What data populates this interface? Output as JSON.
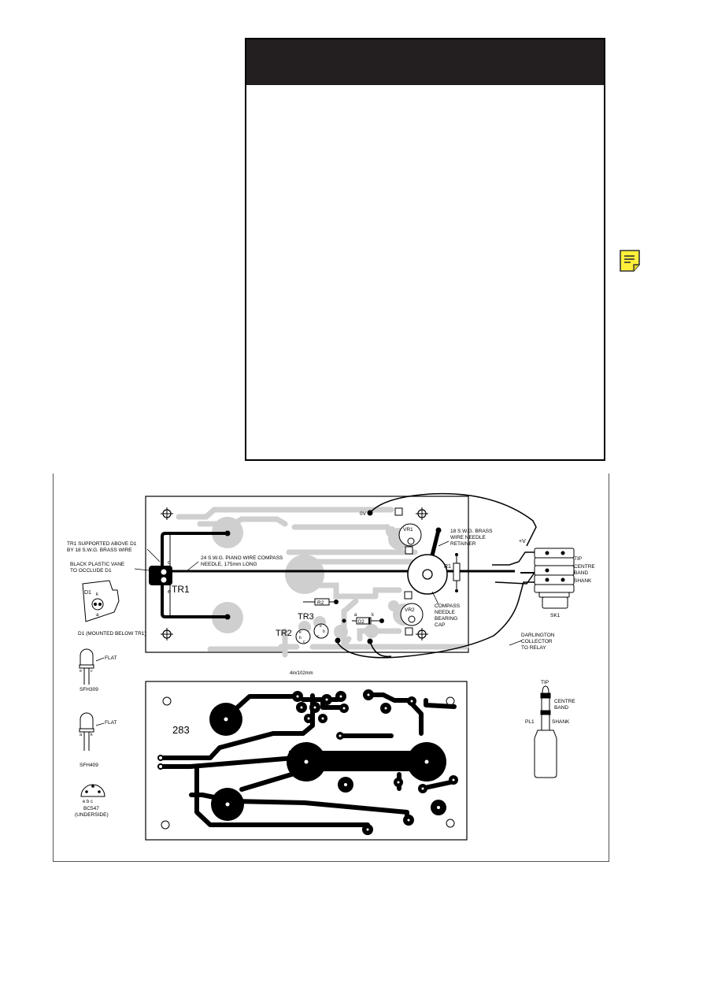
{
  "annotations": {
    "tr1_support": [
      "TR1 SUPPORTED ABOVE D1",
      "BY 18 S.W.G. BRASS WIRE"
    ],
    "black_vane": [
      "BLACK PLASTIC VANE",
      "TO OCCLUDE D1"
    ],
    "needle": [
      "24 S.W.G. PIANO WIRE COMPASS",
      "NEEDLE, 175mm LONG"
    ],
    "retainer": [
      "18 S.W.G. BRASS",
      "WIRE NEEDLE",
      "RETAINER"
    ],
    "bearing_cap": [
      "COMPASS",
      "NEEDLE",
      "BEARING",
      "CAP"
    ],
    "darlington": [
      "DARLINGTON",
      "COLLECTOR",
      "TO RELAY"
    ],
    "d1_mounted": "D1 (MOUNTED BELOW TR1)",
    "zero_v": "0V",
    "plus_v": "+V",
    "dimension": "4in/102mm",
    "board_number": "283"
  },
  "components": {
    "tr1": "TR1",
    "tr2": "TR2",
    "tr3": "TR3",
    "vr1": "VR1",
    "vr2": "VR2",
    "r1": "R1",
    "r2": "R2",
    "d2": "D2",
    "d1": "D1",
    "sk1": "SK1",
    "pl1": "PL1"
  },
  "pins": {
    "c": "c",
    "e": "e",
    "b": "b",
    "a": "a",
    "k": "k"
  },
  "socket_labels": {
    "tip": "TIP",
    "centre": [
      "CENTRE",
      "BAND"
    ],
    "shank": "SHANK"
  },
  "plug_labels": {
    "tip": "TIP",
    "centre": [
      "CENTRE",
      "BAND"
    ],
    "shank": "SHANK"
  },
  "sfh309": {
    "name": "SFH309",
    "flat": "FLAT",
    "pin_left": "e",
    "pin_right": "c"
  },
  "sfh409": {
    "name": "SFH409",
    "flat": "FLAT",
    "pin_left": "a",
    "pin_right": "k"
  },
  "bc547": {
    "name": "BC547",
    "sub": "(UNDERSIDE)",
    "pins": "e b c"
  }
}
